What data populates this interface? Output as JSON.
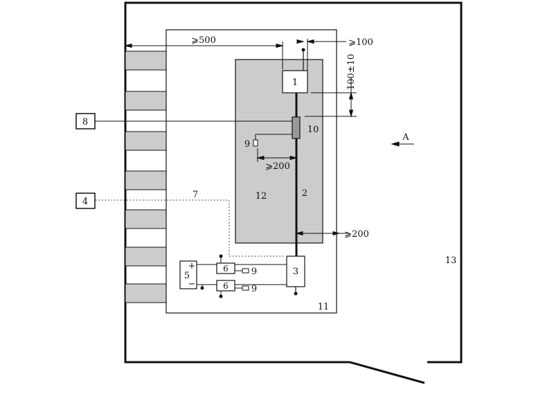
{
  "labels": {
    "n1": "1",
    "n2": "2",
    "n3": "3",
    "n4": "4",
    "n5": "5",
    "n6a": "6",
    "n6b": "6",
    "n7": "7",
    "n8": "8",
    "n9a": "9",
    "n9b": "9",
    "n9c": "9",
    "n10": "10",
    "n11": "11",
    "n12": "12",
    "n13": "13",
    "view_a": "A",
    "plus": "+",
    "minus": "−"
  },
  "dimensions": {
    "d500": "⩾500",
    "d100": "⩾100",
    "d100pm10": "100±10",
    "d200_left": "⩾200",
    "d200_right": "⩾200"
  },
  "colors": {
    "line": "#111111",
    "fill_gray": "#cccccc",
    "sensor_fill": "#999999"
  }
}
